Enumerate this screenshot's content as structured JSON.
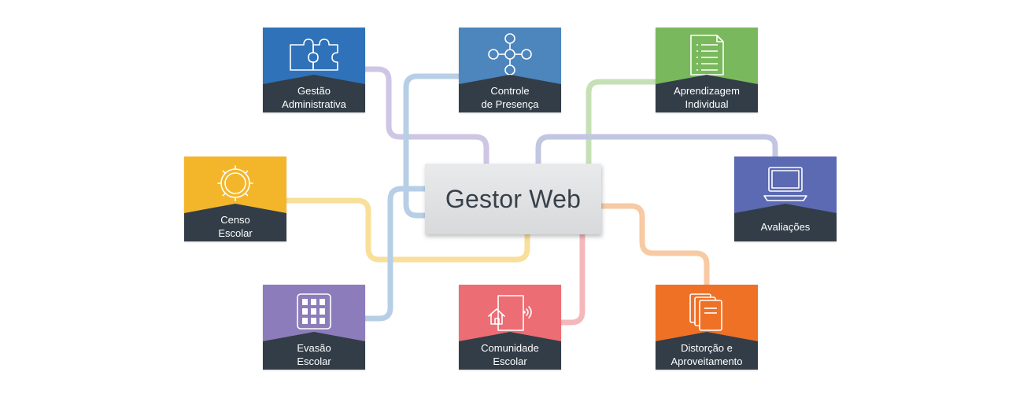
{
  "hub": {
    "title": "Gestor Web"
  },
  "modules": [
    {
      "id": "gestao",
      "lines": [
        "Gestão",
        "Administrativa"
      ],
      "color": "#2f72b9",
      "line_color": "#cec6e4",
      "icon": "puzzle-icon"
    },
    {
      "id": "presenca",
      "lines": [
        "Controle",
        "de Presença"
      ],
      "color": "#4d85bd",
      "line_color": "#b7cfe6",
      "icon": "network-nodes-icon"
    },
    {
      "id": "aprendizagem",
      "lines": [
        "Aprendizagem",
        "Individual"
      ],
      "color": "#7ab85d",
      "line_color": "#c5e0b5",
      "icon": "document-list-icon"
    },
    {
      "id": "censo",
      "lines": [
        "Censo",
        "Escolar"
      ],
      "color": "#f3b62b",
      "line_color": "#f8df9a",
      "icon": "gear-icon"
    },
    {
      "id": "avaliacoes",
      "lines": [
        "Avaliações"
      ],
      "color": "#5b6ab3",
      "line_color": "#c1c6e2",
      "icon": "laptop-icon"
    },
    {
      "id": "evasao",
      "lines": [
        "Evasão",
        "Escolar"
      ],
      "color": "#8d7cbb",
      "line_color": "#b7cfe6",
      "icon": "grid-building-icon"
    },
    {
      "id": "comunidade",
      "lines": [
        "Comunidade",
        "Escolar"
      ],
      "color": "#ec6d74",
      "line_color": "#f4b8bb",
      "icon": "home-wifi-icon"
    },
    {
      "id": "distorcao",
      "lines": [
        "Distorção e",
        "Aproveitamento"
      ],
      "color": "#ef7126",
      "line_color": "#f7caa3",
      "icon": "stacked-books-icon"
    }
  ]
}
